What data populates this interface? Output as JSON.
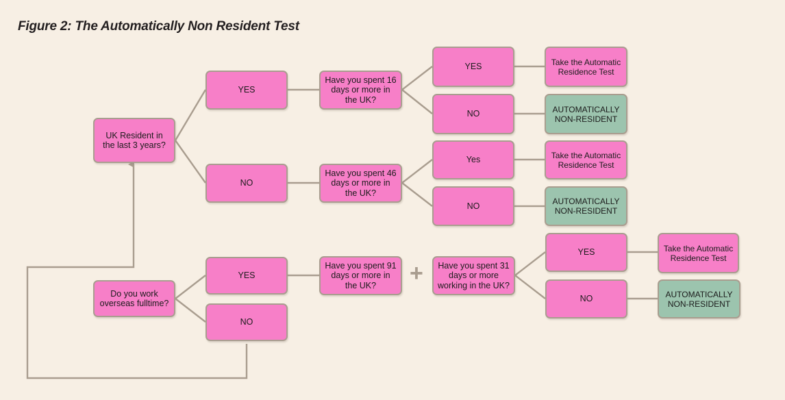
{
  "figure": {
    "title": "Figure 2: The Automatically Non Resident Test",
    "background_color": "#f7efe4",
    "pink_color": "#f77fc8",
    "green_color": "#9cc4ae",
    "connector_color": "#a99d8f",
    "plus_symbol": "+"
  },
  "nodes": {
    "uk_resident": "UK Resident in the last 3 years?",
    "branch1_yes": "YES",
    "branch1_no": "NO",
    "q_16_days": "Have you spent 16 days or more in the UK?",
    "q16_yes": "YES",
    "q16_no": "NO",
    "q16_yes_result": "Take the Automatic Residence Test",
    "q16_no_result": "AUTOMATICALLY NON-RESIDENT",
    "q_46_days": "Have you spent 46 days or more in the UK?",
    "q46_yes": "Yes",
    "q46_no": "NO",
    "q46_yes_result": "Take the Automatic Residence Test",
    "q46_no_result": "AUTOMATICALLY NON-RESIDENT",
    "work_overseas": "Do you work overseas fulltime?",
    "branch2_yes": "YES",
    "branch2_no": "NO",
    "q_91_days": "Have you spent 91 days or more in the UK?",
    "q_31_days": "Have you spent 31 days or more working in the UK?",
    "q31_yes": "YES",
    "q31_no": "NO",
    "q31_yes_result": "Take the Automatic Residence Test",
    "q31_no_result": "AUTOMATICALLY NON-RESIDENT"
  }
}
